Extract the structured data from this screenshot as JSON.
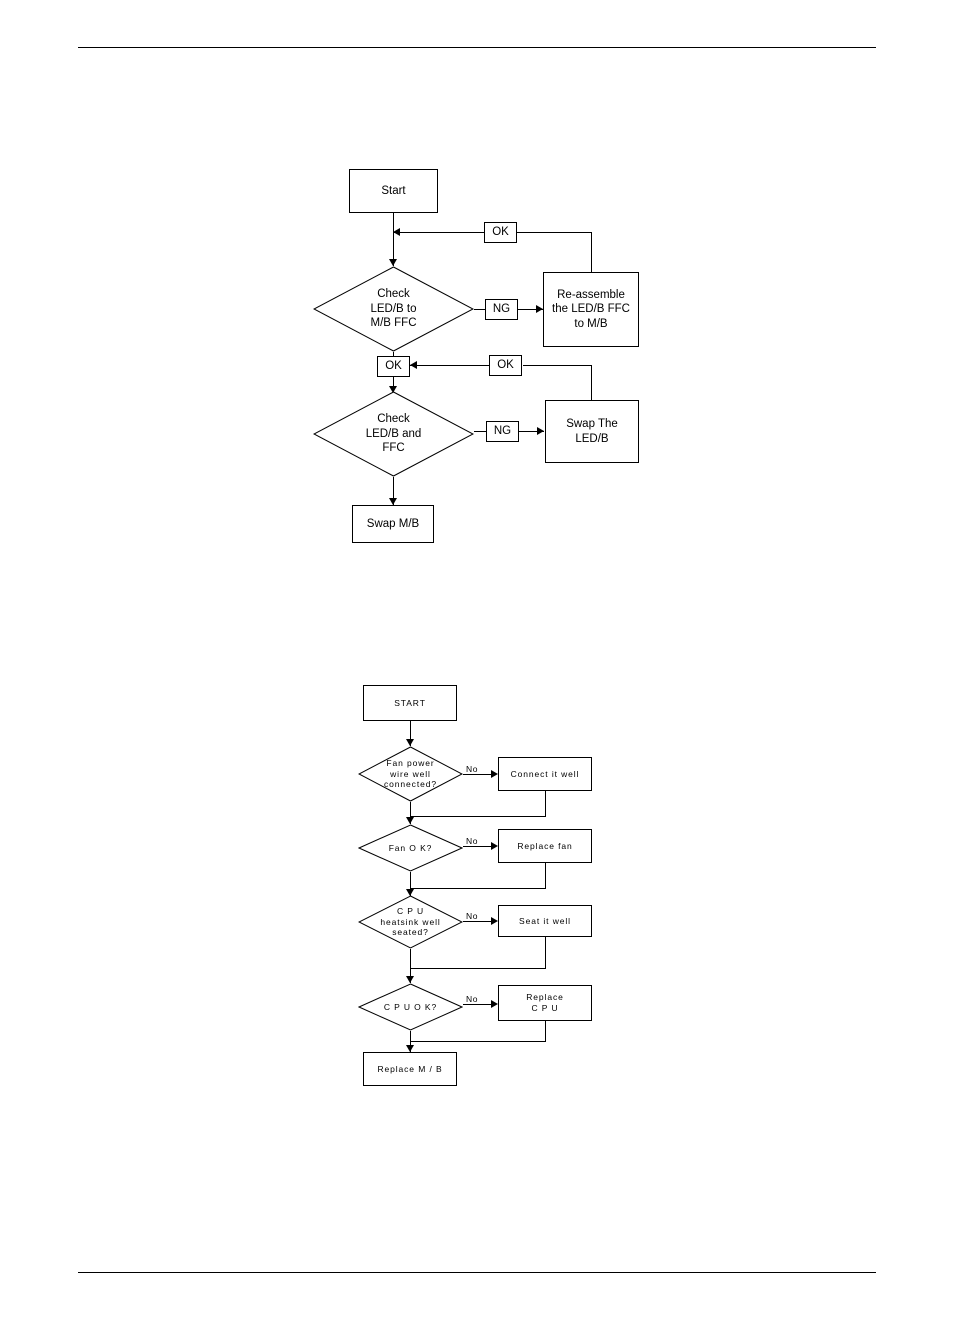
{
  "page": {
    "has_top_rule": true,
    "has_bottom_rule": true
  },
  "chart_data": [
    {
      "type": "flowchart",
      "id": "led-board-troubleshooting",
      "title": "",
      "nodes": [
        {
          "id": "start",
          "shape": "rect",
          "text": "Start"
        },
        {
          "id": "check1",
          "shape": "diamond",
          "text": "Check\nLED/B to\nM/B FFC"
        },
        {
          "id": "reasm",
          "shape": "rect",
          "text": "Re-assemble\nthe LED/B FFC\nto M/B"
        },
        {
          "id": "check2",
          "shape": "diamond",
          "text": "Check\nLED/B  and\nFFC"
        },
        {
          "id": "swapledb",
          "shape": "rect",
          "text": "Swap The\nLED/B"
        },
        {
          "id": "swapmb",
          "shape": "rect",
          "text": "Swap M/B"
        }
      ],
      "edge_labels": [
        {
          "id": "ok1",
          "text": "OK"
        },
        {
          "id": "ng1",
          "text": "NG"
        },
        {
          "id": "ok2",
          "text": "OK"
        },
        {
          "id": "ok3",
          "text": "OK"
        },
        {
          "id": "ng2",
          "text": "NG"
        }
      ],
      "edges": [
        {
          "from": "start",
          "to": "check1",
          "label": ""
        },
        {
          "from": "check1",
          "to": "reasm",
          "label": "NG"
        },
        {
          "from": "reasm",
          "to": "check1",
          "label": "OK"
        },
        {
          "from": "check1",
          "to": "check2",
          "label": "OK"
        },
        {
          "from": "check2",
          "to": "swapledb",
          "label": "NG"
        },
        {
          "from": "swapledb",
          "to": "check2",
          "label": "OK"
        },
        {
          "from": "check2",
          "to": "swapmb",
          "label": ""
        }
      ]
    },
    {
      "type": "flowchart",
      "id": "thermal-fan-cpu-troubleshooting",
      "title": "",
      "nodes": [
        {
          "id": "start",
          "shape": "rect",
          "text": "START"
        },
        {
          "id": "fanpower",
          "shape": "diamond",
          "text": "Fan power\nwire well\nconnected?"
        },
        {
          "id": "connect",
          "shape": "rect",
          "text": "Connect it well"
        },
        {
          "id": "fanok",
          "shape": "diamond",
          "text": "Fan O K?"
        },
        {
          "id": "replacefan",
          "shape": "rect",
          "text": "Replace fan"
        },
        {
          "id": "heatsink",
          "shape": "diamond",
          "text": "C P U\nheatsink well\nseated?"
        },
        {
          "id": "seatit",
          "shape": "rect",
          "text": "Seat it well"
        },
        {
          "id": "cpuok",
          "shape": "diamond",
          "text": "C P U O K?"
        },
        {
          "id": "replacecpu",
          "shape": "rect",
          "text": "Replace\nC P U"
        },
        {
          "id": "replacemb",
          "shape": "rect",
          "text": "Replace M / B"
        }
      ],
      "edge_labels": [
        {
          "id": "no1",
          "text": "No"
        },
        {
          "id": "no2",
          "text": "No"
        },
        {
          "id": "no3",
          "text": "No"
        },
        {
          "id": "no4",
          "text": "No"
        }
      ],
      "edges": [
        {
          "from": "start",
          "to": "fanpower",
          "label": ""
        },
        {
          "from": "fanpower",
          "to": "connect",
          "label": "No"
        },
        {
          "from": "connect",
          "to": "fanok",
          "label": ""
        },
        {
          "from": "fanpower",
          "to": "fanok",
          "label": ""
        },
        {
          "from": "fanok",
          "to": "replacefan",
          "label": "No"
        },
        {
          "from": "replacefan",
          "to": "heatsink",
          "label": ""
        },
        {
          "from": "fanok",
          "to": "heatsink",
          "label": ""
        },
        {
          "from": "heatsink",
          "to": "seatit",
          "label": "No"
        },
        {
          "from": "seatit",
          "to": "cpuok",
          "label": ""
        },
        {
          "from": "heatsink",
          "to": "cpuok",
          "label": ""
        },
        {
          "from": "cpuok",
          "to": "replacecpu",
          "label": "No"
        },
        {
          "from": "replacecpu",
          "to": "replacemb",
          "label": ""
        },
        {
          "from": "cpuok",
          "to": "replacemb",
          "label": ""
        }
      ]
    }
  ]
}
